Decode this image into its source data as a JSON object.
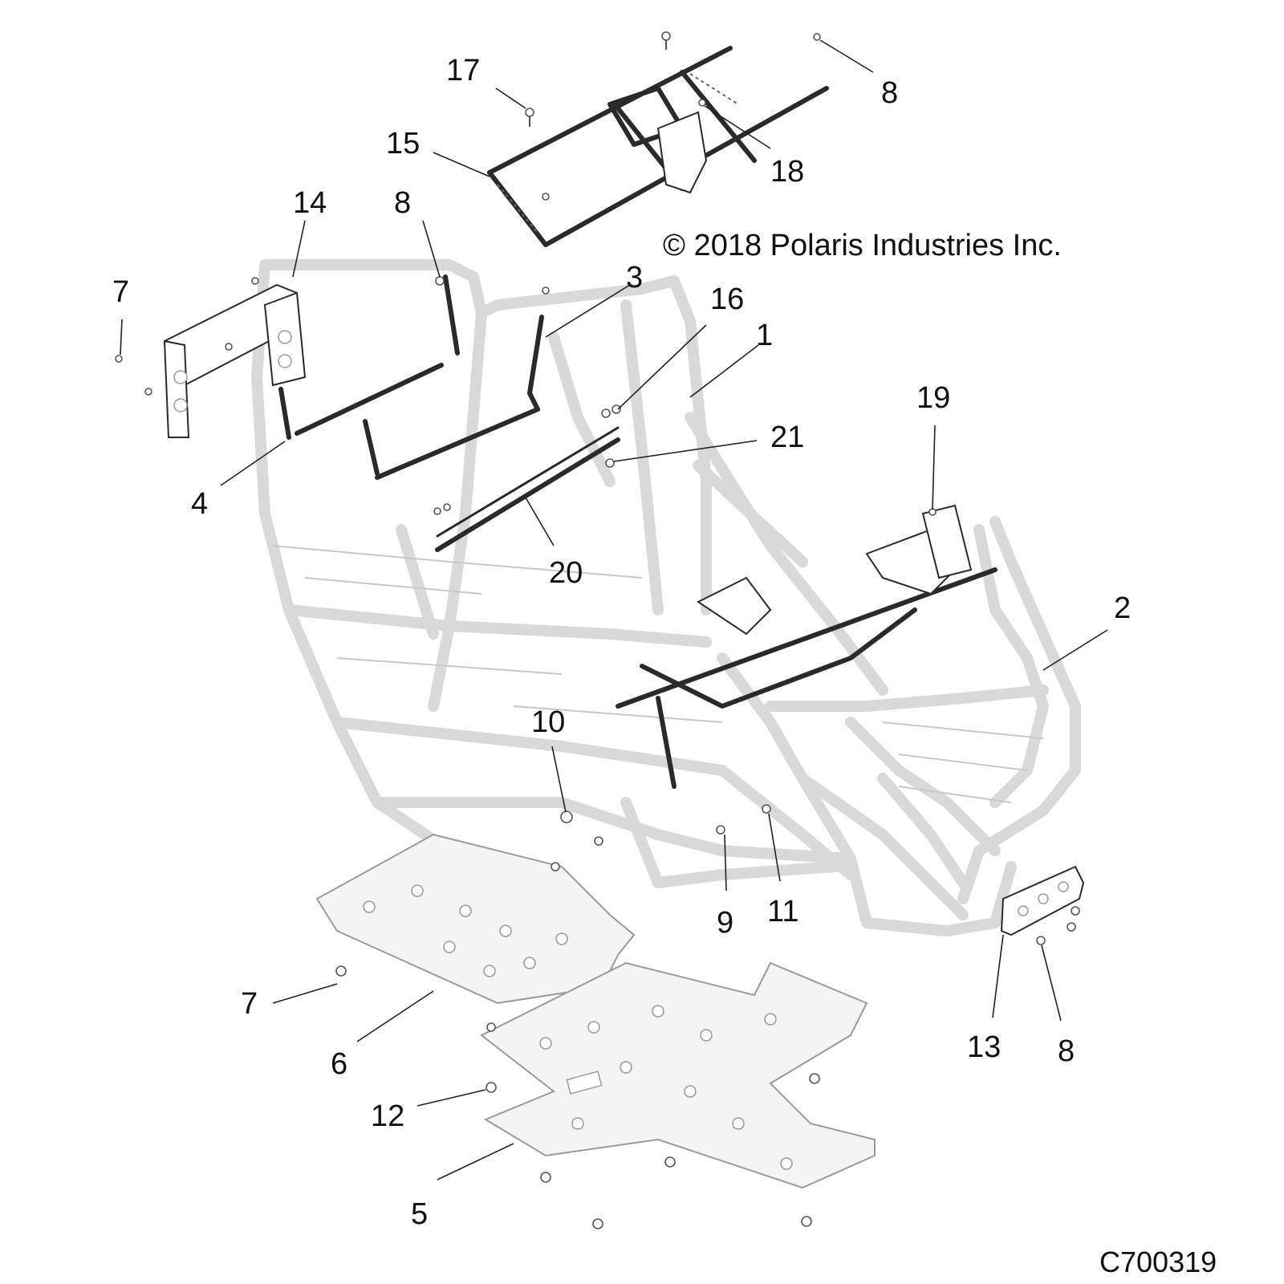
{
  "copyright": "© 2018 Polaris Industries Inc.",
  "diagram_code": "C700319",
  "callouts": [
    {
      "id": "c17",
      "text": "17"
    },
    {
      "id": "c8a",
      "text": "8"
    },
    {
      "id": "c15",
      "text": "15"
    },
    {
      "id": "c18",
      "text": "18"
    },
    {
      "id": "c14",
      "text": "14"
    },
    {
      "id": "c8b",
      "text": "8"
    },
    {
      "id": "c7a",
      "text": "7"
    },
    {
      "id": "c3",
      "text": "3"
    },
    {
      "id": "c16",
      "text": "16"
    },
    {
      "id": "c1",
      "text": "1"
    },
    {
      "id": "c19",
      "text": "19"
    },
    {
      "id": "c21",
      "text": "21"
    },
    {
      "id": "c4",
      "text": "4"
    },
    {
      "id": "c20",
      "text": "20"
    },
    {
      "id": "c2",
      "text": "2"
    },
    {
      "id": "c10",
      "text": "10"
    },
    {
      "id": "c9",
      "text": "9"
    },
    {
      "id": "c11",
      "text": "11"
    },
    {
      "id": "c7b",
      "text": "7"
    },
    {
      "id": "c6",
      "text": "6"
    },
    {
      "id": "c13",
      "text": "13"
    },
    {
      "id": "c8c",
      "text": "8"
    },
    {
      "id": "c12",
      "text": "12"
    },
    {
      "id": "c5",
      "text": "5"
    }
  ]
}
